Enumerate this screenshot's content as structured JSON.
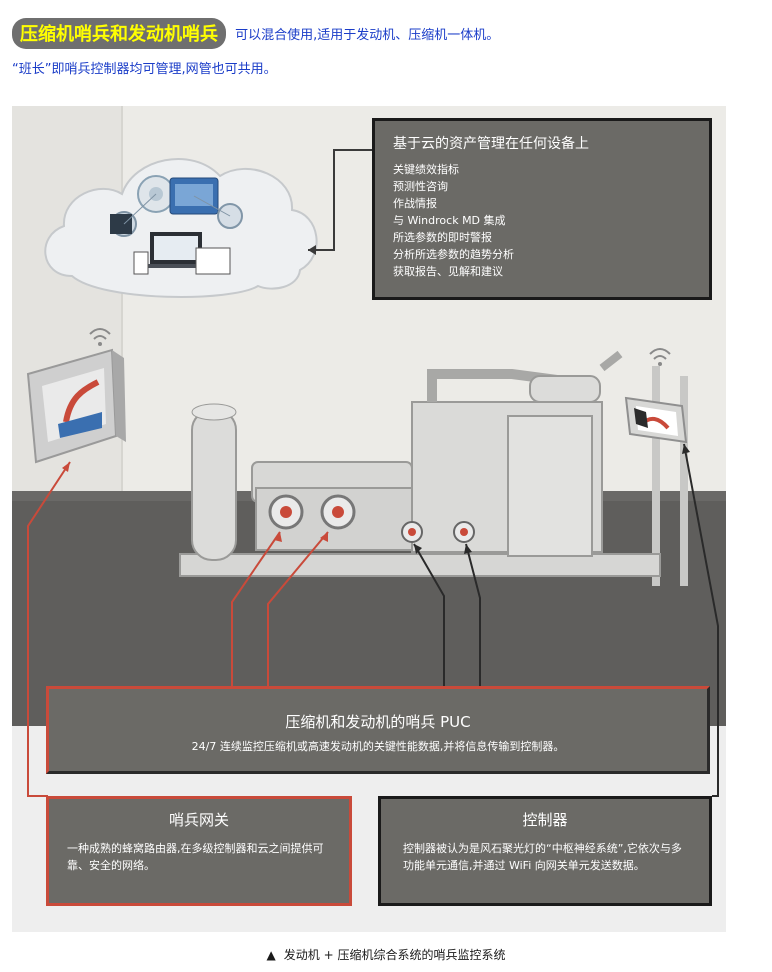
{
  "header": {
    "highlight": "压缩机哨兵和发动机哨兵",
    "line1": "可以混合使用,适用于发动机、压缩机一体机。",
    "line2": "“班长”即哨兵控制器均可管理,网管也可共用。"
  },
  "cloud_panel": {
    "title": "基于云的资产管理在任何设备上",
    "items": [
      "关键绩效指标",
      "预测性咨询",
      "作战情报",
      "与 Windrock MD 集成",
      "所选参数的即时警报",
      "分析所选参数的趋势分析",
      "获取报告、见解和建议"
    ]
  },
  "puc_panel": {
    "title": "压缩机和发动机的哨兵 PUC",
    "desc": "24/7 连续监控压缩机或高速发动机的关键性能数据,并将信息传输到控制器。"
  },
  "gateway_panel": {
    "title": "哨兵网关",
    "desc": "一种成熟的蜂窝路由器,在多级控制器和云之间提供可靠、安全的网络。"
  },
  "controller_panel": {
    "title": "控制器",
    "desc": "控制器被认为是风石聚光灯的“中枢神经系统”,它依次与多功能单元通信,并通过 WiFi 向网关单元发送数据。"
  },
  "caption": {
    "marker": "▲",
    "text": "发动机 + 压缩机综合系统的哨兵监控系统"
  },
  "colors": {
    "highlight_text": "#ffff00",
    "highlight_bg": "#6f6f6f",
    "intro_text": "#1a3cc8",
    "panel_bg": "#6b6a66",
    "accent_red": "#c94a3a",
    "accent_dark": "#1a1a1a"
  }
}
